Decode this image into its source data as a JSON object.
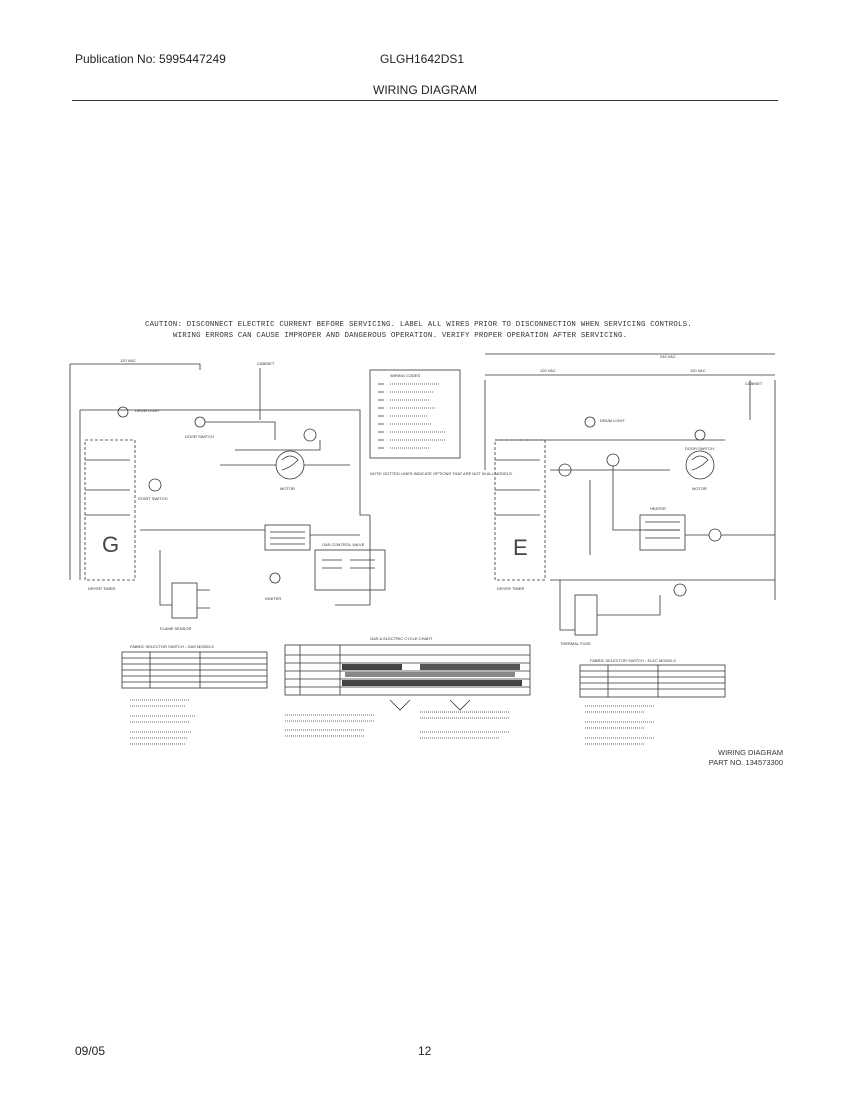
{
  "header": {
    "publication": "Publication No: 5995447249",
    "model": "GLGH1642DS1",
    "title": "WIRING DIAGRAM"
  },
  "caution": {
    "line1": "CAUTION: DISCONNECT ELECTRIC CURRENT BEFORE SERVICING. LABEL ALL WIRES PRIOR TO DISCONNECTION WHEN SERVICING CONTROLS.",
    "line2": "WIRING ERRORS CAN CAUSE IMPROPER AND DANGEROUS OPERATION. VERIFY PROPER OPERATION AFTER SERVICING."
  },
  "diagram": {
    "gas_timer_letter": "G",
    "electric_timer_letter": "E",
    "left_labels": {
      "volts": "120 VAC",
      "door_switch": "DOOR SWITCH",
      "motor": "MOTOR",
      "drum_light": "DRUM LIGHT",
      "dryer_timer": "DRYER TIMER",
      "gas_valve": "GAS CONTROL VALVE",
      "flame_sensor": "FLAME SENSOR",
      "igniter": "IGNITER",
      "start_switch": "START SWITCH",
      "cabinet": "CABINET"
    },
    "right_labels": {
      "volts": "240 VAC",
      "half_left": "120 VAC",
      "half_right": "120 VAC",
      "door_switch": "DOOR SWITCH",
      "motor": "MOTOR",
      "heater": "HEATER",
      "drum_light": "DRUM LIGHT",
      "dryer_timer": "DRYER TIMER",
      "thermal_fuse": "THERMAL FUSE",
      "cabinet": "CABINET"
    },
    "legend_title": "WIRING CODES",
    "note": "NOTE: DOTTED LINES INDICATE OPTIONS THAT ARE NOT IN ALL MODELS.",
    "chart_title": "GAS & ELECTRIC CYCLE CHART",
    "left_table_title": "FABRIC SELECTOR SWITCH - GAS MODELS",
    "right_table_title": "FABRIC SELECTOR SWITCH - ELEC MODELS"
  },
  "part": {
    "label": "WIRING DIAGRAM",
    "number": "PART NO. 134573300"
  },
  "footer": {
    "date": "09/05",
    "page": "12"
  }
}
